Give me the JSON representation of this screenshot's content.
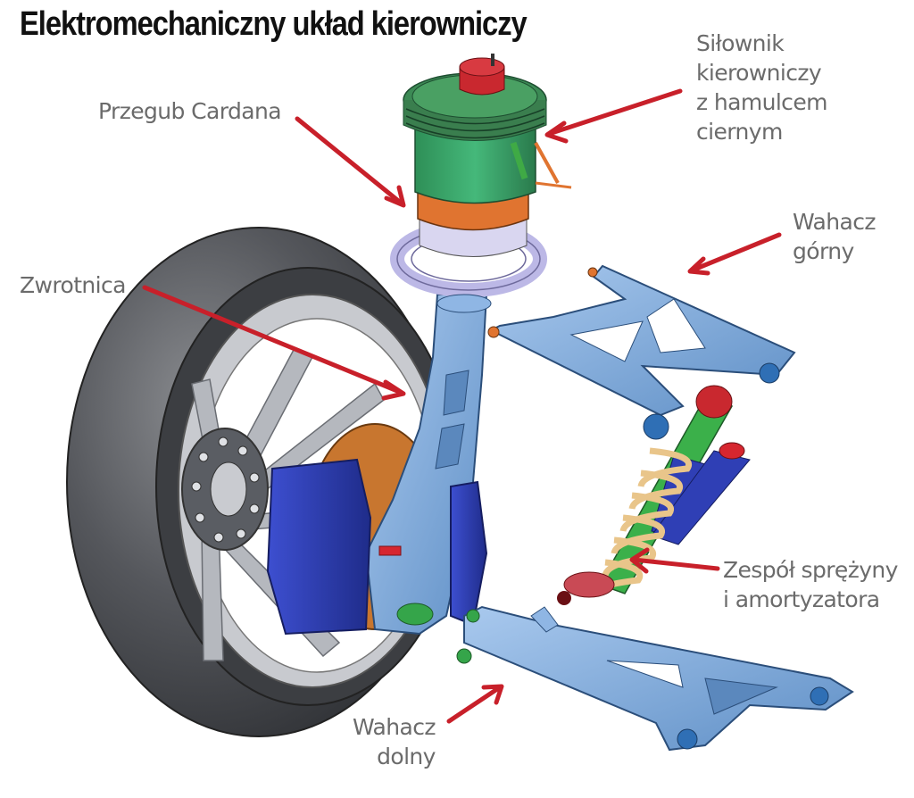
{
  "title": "Elektromechaniczny układ kierowniczy",
  "colors": {
    "arrow": "#c8202a",
    "label_text": "#6b6b6b",
    "title_text": "#111111",
    "steel_blue": "#7aa7d8",
    "motor_green": "#3aa76a",
    "motor_orange": "#e37a33",
    "motor_red": "#c9282f",
    "ring_lavender": "#c9c6ea",
    "caliper_blue": "#2f3fb5",
    "tire": "#4a4c50",
    "rim": "#b9bcc2",
    "spring": "#f0d3a0",
    "damper_green": "#3bb04a"
  },
  "labels": {
    "silownik": [
      "Siłownik",
      "kierowniczy",
      "z hamulcem",
      "ciernym"
    ],
    "przegub": [
      "Przegub Cardana"
    ],
    "wahacz_gorny": [
      "Wahacz",
      "górny"
    ],
    "zwrotnica": [
      "Zwrotnica"
    ],
    "zespol": [
      "Zespół sprężyny",
      "i amortyzatora"
    ],
    "wahacz_dolny": [
      "Wahacz",
      "dolny"
    ]
  }
}
